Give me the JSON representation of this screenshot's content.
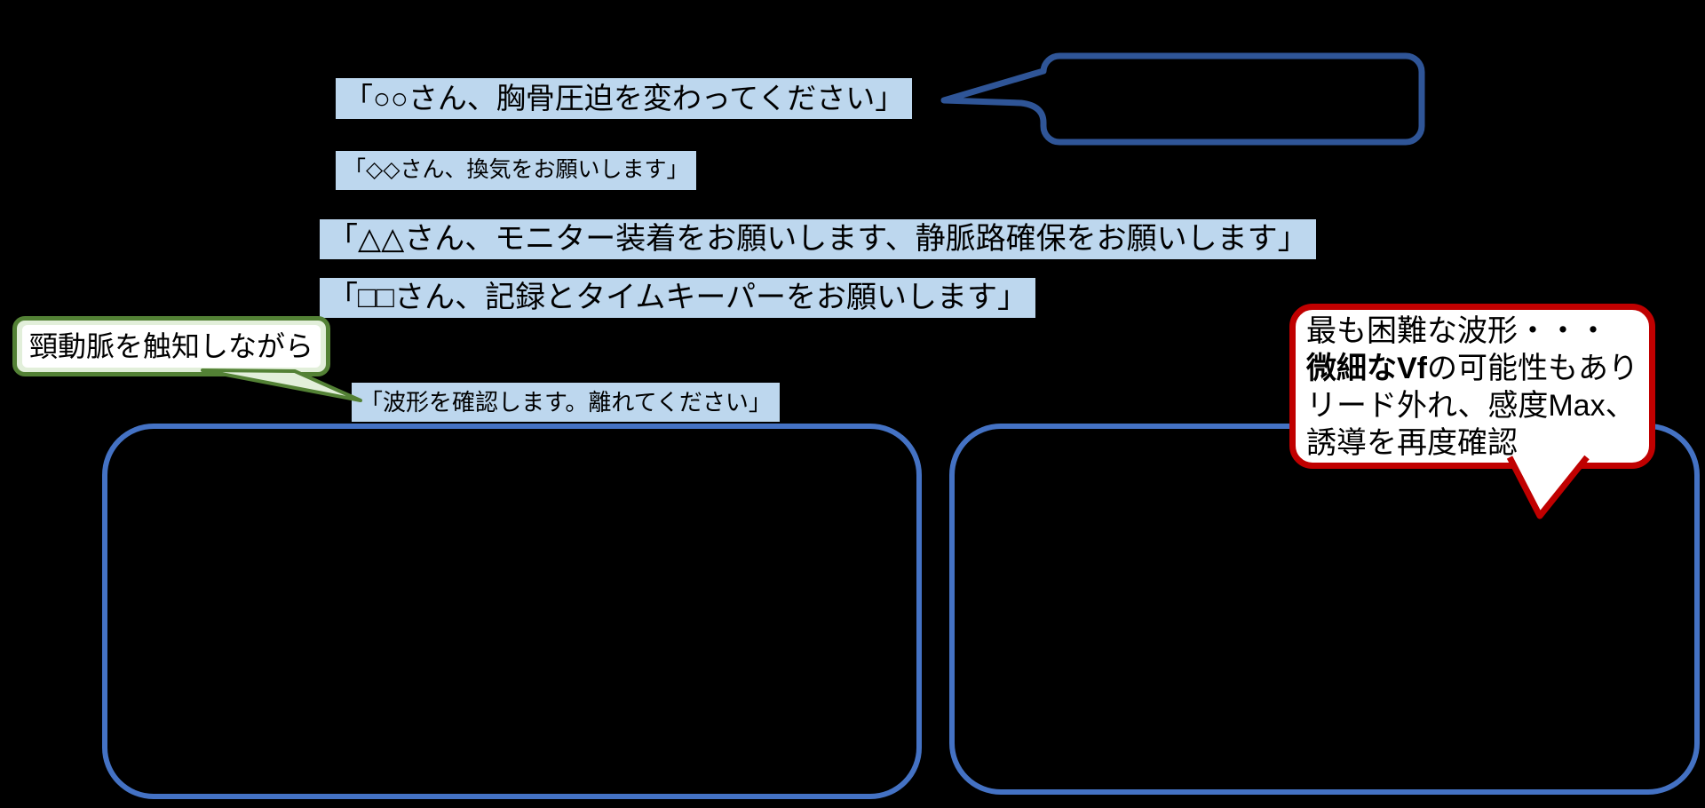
{
  "slide": {
    "background_color": "#000000",
    "highlight_color": "#BDD7EE"
  },
  "dialogue": {
    "lines": [
      {
        "id": "compression-swap",
        "text": "「○○さん、胸骨圧迫を変わってください」"
      },
      {
        "id": "ventilation",
        "text": "「◇◇さん、換気をお願いします」"
      },
      {
        "id": "monitor-iv",
        "text": "「△△さん、モニター装着をお願いします、静脈路確保をお願いします」"
      },
      {
        "id": "recorder-timekeeper",
        "text": "「□□さん、記録とタイムキーパーをお願いします」"
      },
      {
        "id": "rhythm-check",
        "text": "「波形を確認します。離れてください」"
      }
    ]
  },
  "callouts": {
    "leader_note": {
      "text": "",
      "border_color": "#2F5597"
    },
    "carotid_note": {
      "text": "頸動脈を触知しながら",
      "border_color": "#538135",
      "fill_color": "#E2EFDA",
      "inner_color": "#FFFFFF"
    },
    "vf_note": {
      "line1": "最も困難な波形・・・",
      "line2_bold": "微細なVf",
      "line2_rest": "の可能性もあり",
      "line3": "リード外れ、感度Max、",
      "line4": "誘導を再度確認",
      "border_color": "#C00000",
      "fill_color": "#FFFFFF"
    }
  },
  "panels": {
    "left": {
      "border_color": "#4472C4"
    },
    "right": {
      "border_color": "#4472C4"
    }
  }
}
